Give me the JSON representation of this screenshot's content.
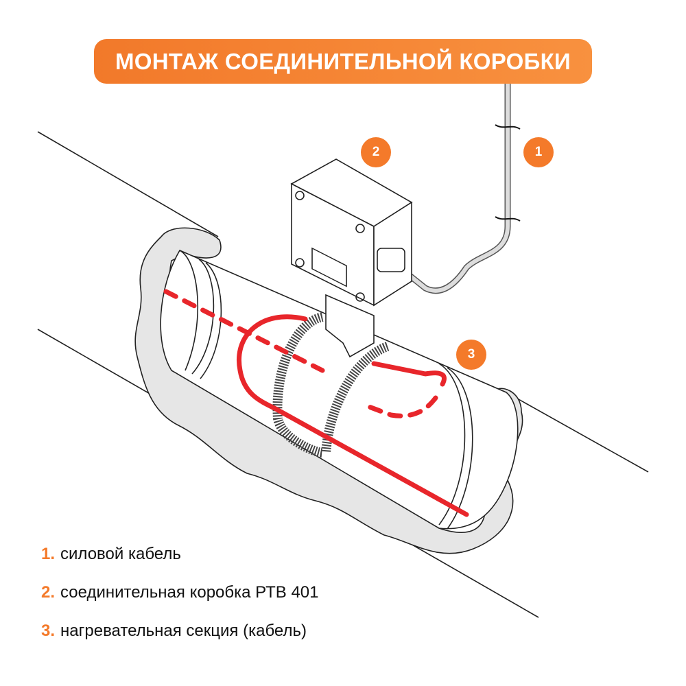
{
  "title": "МОНТАЖ СОЕДИНИТЕЛЬНОЙ КОРОБКИ",
  "badges": [
    "1",
    "2",
    "3"
  ],
  "legend": [
    {
      "num": "1.",
      "text": "силовой кабель"
    },
    {
      "num": "2.",
      "text": "соединительная коробка РТВ 401"
    },
    {
      "num": "3.",
      "text": "нагревательная секция (кабель)"
    }
  ],
  "colors": {
    "accent": "#f47a2a",
    "heating_cable": "#e8262b",
    "insulation": "#e6e6e6"
  }
}
